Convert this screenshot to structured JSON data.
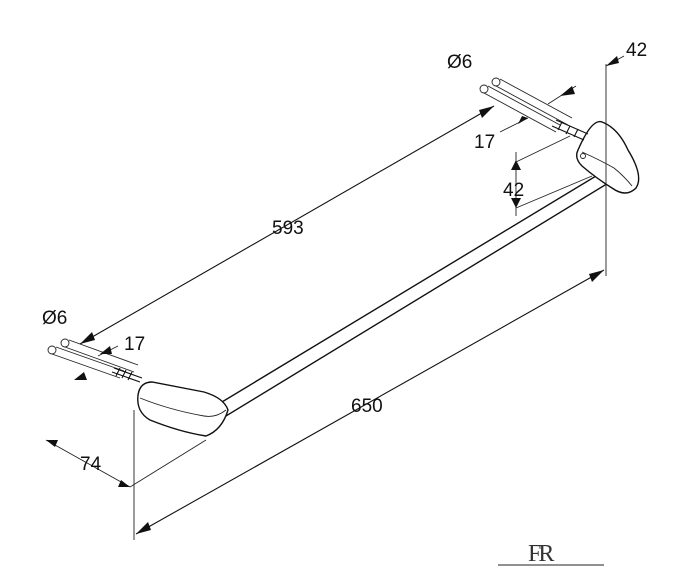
{
  "diagram": {
    "dimensions": {
      "overall_length": "650",
      "center_distance": "593",
      "depth_top": "42",
      "projection": "42",
      "depth_left": "74",
      "drill_left": "17",
      "drill_right": "17",
      "hole_left": "Ø6",
      "hole_right": "Ø6"
    },
    "logo": {
      "text": "FR"
    }
  },
  "colors": {
    "ink": "#111111",
    "background": "#ffffff"
  }
}
